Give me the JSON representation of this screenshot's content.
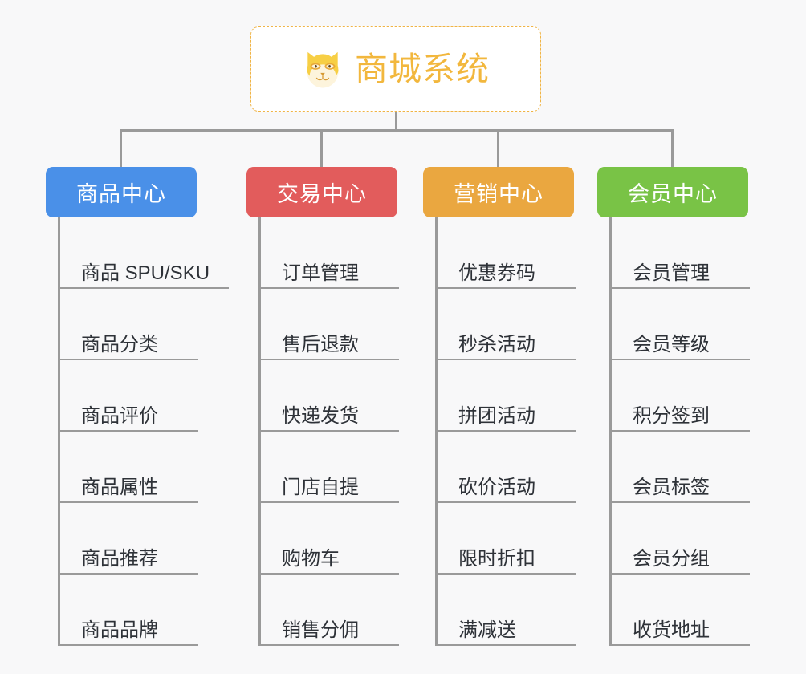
{
  "root": {
    "title": "商城系统",
    "icon": "shiba-dog-face-icon",
    "border_color": "#f0b445",
    "text_color": "#f2b73d",
    "background": "#ffffff"
  },
  "canvas": {
    "background": "#f8f8f9",
    "connector_color": "#9a9a9a"
  },
  "branches": [
    {
      "label": "商品中心",
      "color": "#4a90e8",
      "items": [
        "商品 SPU/SKU",
        "商品分类",
        "商品评价",
        "商品属性",
        "商品推荐",
        "商品品牌"
      ]
    },
    {
      "label": "交易中心",
      "color": "#e25c5c",
      "items": [
        "订单管理",
        "售后退款",
        "快递发货",
        "门店自提",
        "购物车",
        "销售分佣"
      ]
    },
    {
      "label": "营销中心",
      "color": "#eaa740",
      "items": [
        "优惠券码",
        "秒杀活动",
        "拼团活动",
        "砍价活动",
        "限时折扣",
        "满减送"
      ]
    },
    {
      "label": "会员中心",
      "color": "#79c346",
      "items": [
        "会员管理",
        "会员等级",
        "积分签到",
        "会员标签",
        "会员分组",
        "收货地址"
      ]
    }
  ]
}
